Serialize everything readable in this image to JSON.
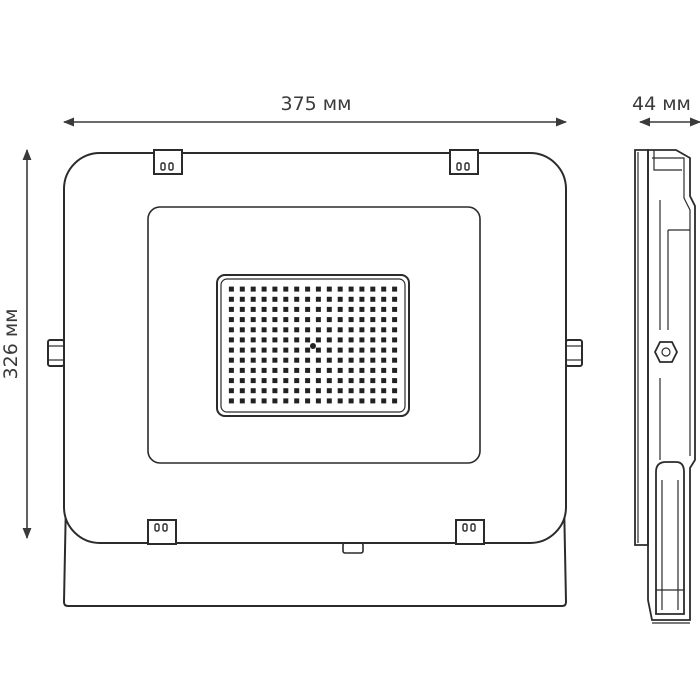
{
  "dimensions": {
    "width_label": "375 мм",
    "height_label": "326 мм",
    "depth_label": "44 мм"
  },
  "led_matrix": {
    "columns": 16,
    "rows": 12
  },
  "colors": {
    "line": "#2b2b2b",
    "dimension_line": "#3a3a3a",
    "led": "#222222",
    "background": "#ffffff"
  }
}
